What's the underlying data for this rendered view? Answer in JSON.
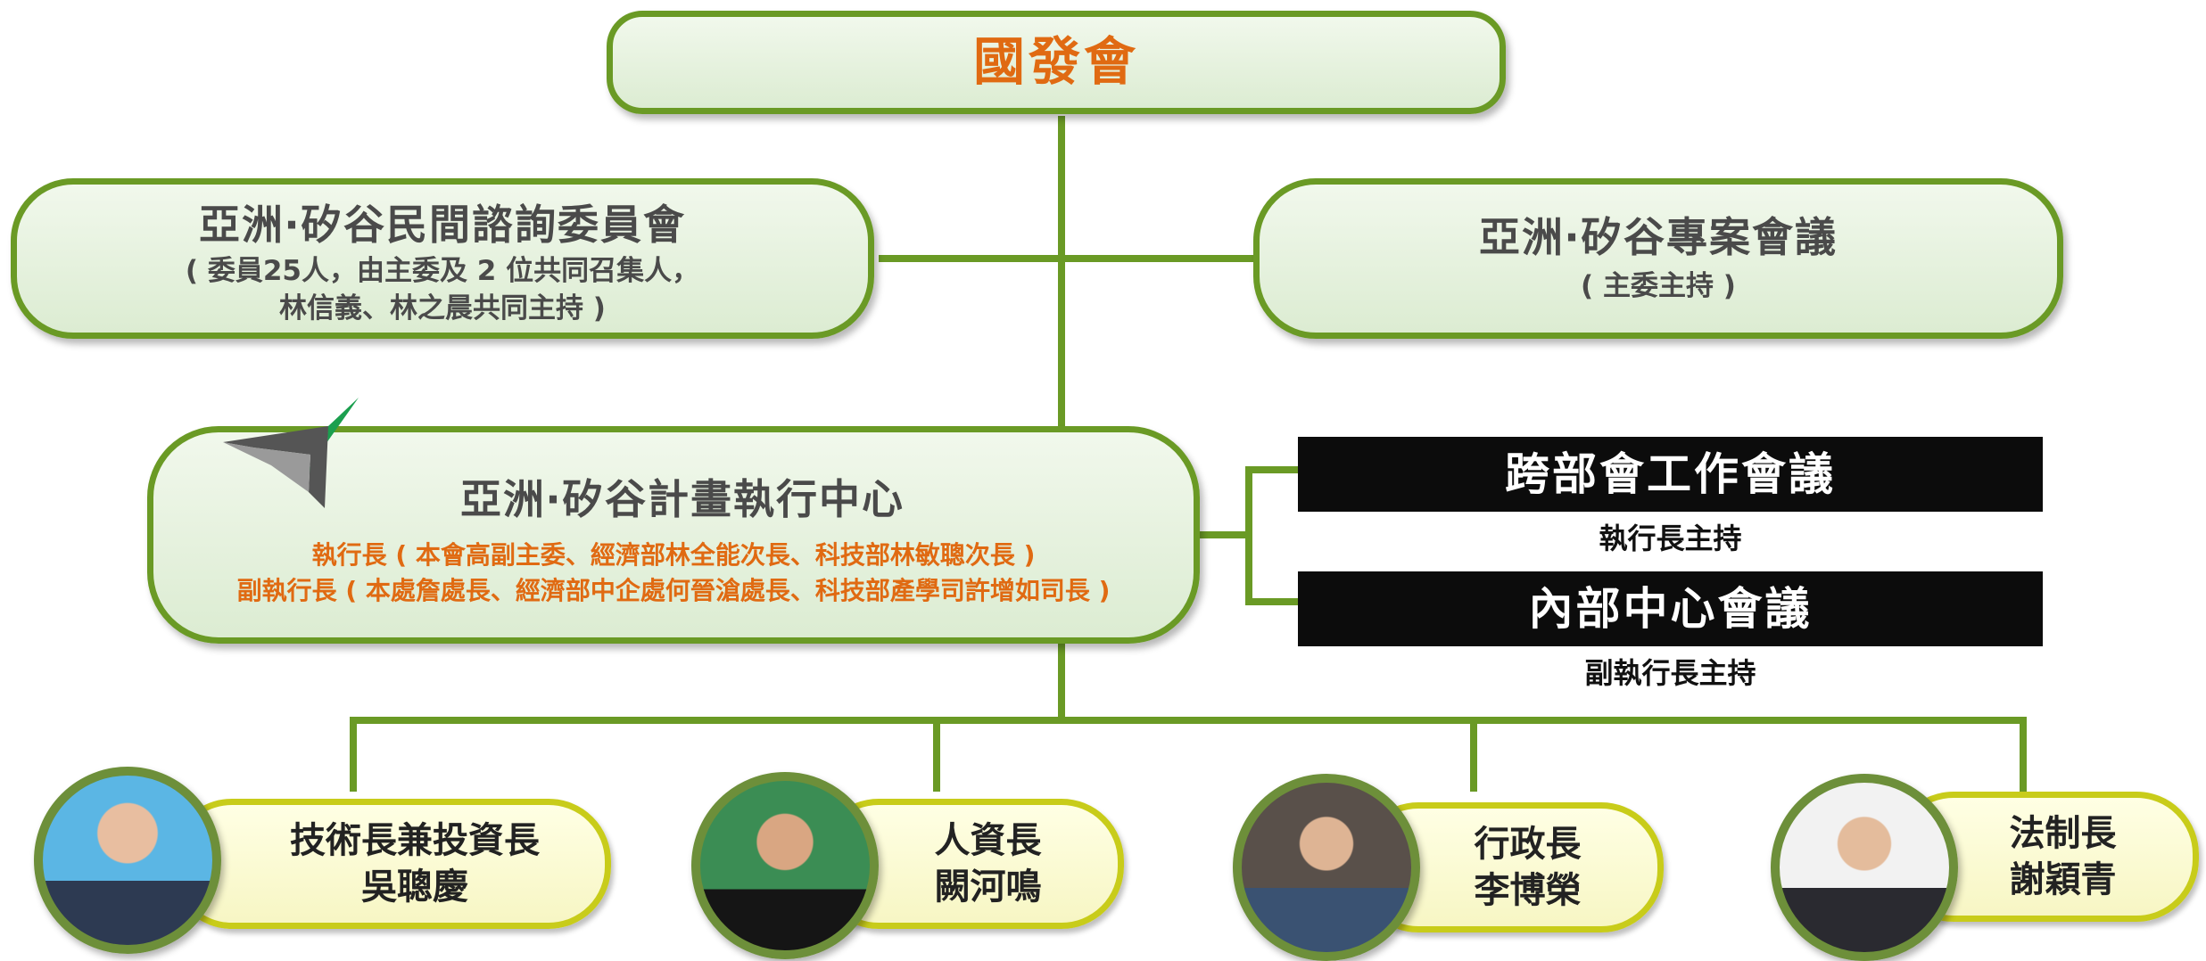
{
  "colors": {
    "line_green": "#6a9a25",
    "title_orange": "#e06a12",
    "pill_border": "#c8cc1a"
  },
  "ndc": {
    "title": "國發會"
  },
  "advisory": {
    "title": "亞洲‧矽谷民間諮詢委員會",
    "line1": "( 委員25人，由主委及 2 位共同召集人，",
    "line2": "林信義、林之晨共同主持 )"
  },
  "project_meeting": {
    "title": "亞洲‧矽谷專案會議",
    "note": "( 主委主持 )"
  },
  "exec_center": {
    "title": "亞洲‧矽谷計畫執行中心",
    "ceo_line": "執行長 ( 本會高副主委、經濟部林全能次長、科技部林敏聰次長 )",
    "deputy_line": "副執行長 ( 本處詹處長、經濟部中企處何晉滄處長、科技部產學司許增如司長 )",
    "logo_icon": "triangle-logo-icon"
  },
  "meetings": [
    {
      "title": "跨部會工作會議",
      "note": "執行長主持"
    },
    {
      "title": "內部中心會議",
      "note": "副執行長主持"
    }
  ],
  "officers": [
    {
      "role": "技術長兼投資長",
      "name": "吳聰慶",
      "photo": "person-photo"
    },
    {
      "role": "人資長",
      "name": "闕河鳴",
      "photo": "person-photo"
    },
    {
      "role": "行政長",
      "name": "李博榮",
      "photo": "person-photo"
    },
    {
      "role": "法制長",
      "name": "謝穎青",
      "photo": "person-photo"
    }
  ]
}
